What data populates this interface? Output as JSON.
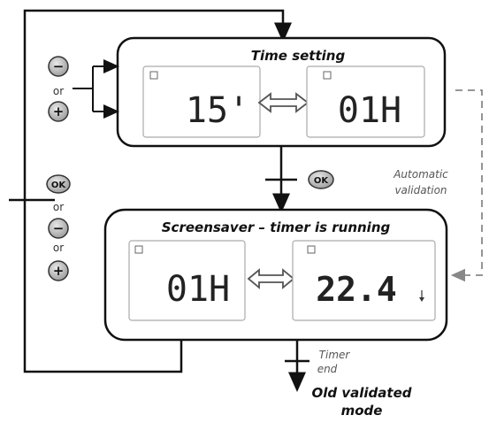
{
  "panels": {
    "time_setting": {
      "title": "Time setting",
      "screen_left": "15'",
      "screen_right": "01H"
    },
    "screensaver": {
      "title": "Screensaver – timer is running",
      "screen_left": "01H",
      "screen_right": "22.4"
    }
  },
  "buttons": {
    "ok": "OK",
    "minus": "−",
    "plus": "+",
    "or": "or"
  },
  "labels": {
    "automatic_validation_line1": "Automatic",
    "automatic_validation_line2": "validation",
    "timer_end_line1": "Timer",
    "timer_end_line2": "end",
    "final_mode_line1": "Old validated",
    "final_mode_line2": "mode"
  }
}
